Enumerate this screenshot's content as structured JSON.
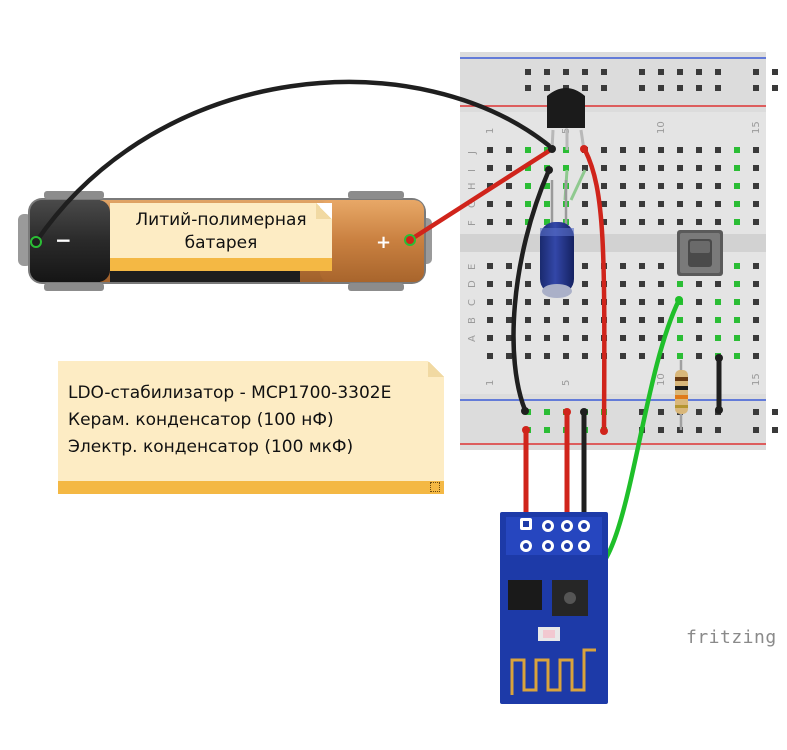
{
  "battery": {
    "label_line1": "Литий-полимерная",
    "label_line2": "батарея",
    "minus": "−",
    "plus": "+"
  },
  "parts_note": {
    "line1": "LDO-стабилизатор - MCP1700-3302E",
    "line2": "Керам. конденсатор (100 нФ)",
    "line3": "Электр. конденсатор (100 мкФ)"
  },
  "breadboard": {
    "row_letters_top": [
      "J",
      "I",
      "H",
      "G",
      "F"
    ],
    "row_letters_bottom": [
      "E",
      "D",
      "C",
      "B",
      "A"
    ],
    "col_numbers": [
      "1",
      "5",
      "10",
      "15"
    ]
  },
  "logo": "fritzing",
  "colors": {
    "wire_red": "#d0241b",
    "wire_black": "#1f1f1f",
    "wire_green": "#1fbf2a",
    "esp_blue": "#1d3aa8",
    "note_fill": "#fdecc4",
    "note_bar": "#f4b844",
    "battery_brown": "#d3894a",
    "battery_dark": "#2b2b2b"
  }
}
